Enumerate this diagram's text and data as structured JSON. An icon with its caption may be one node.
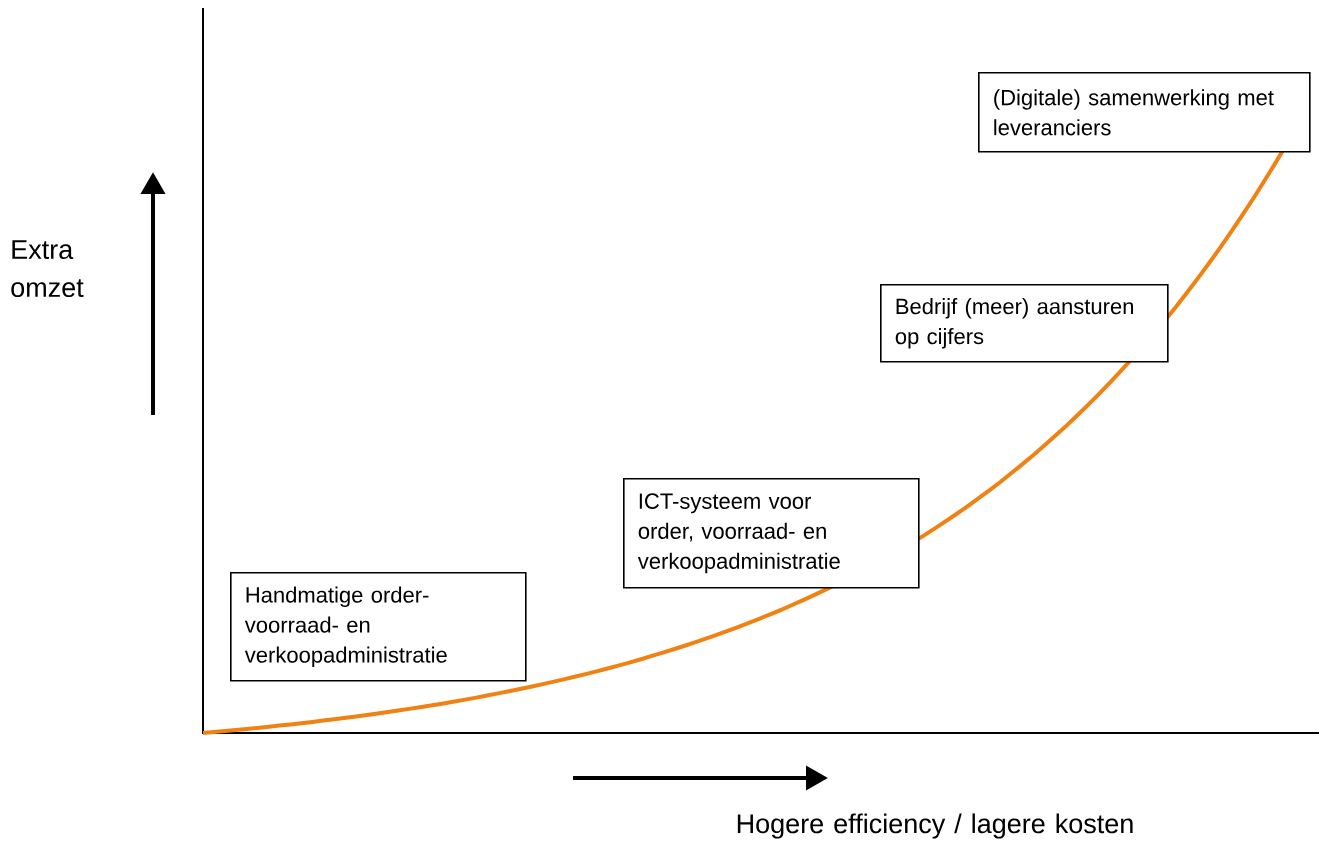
{
  "diagram": {
    "nodes": [
      {
        "text": [
          "Handmatige order- voorraad- en verkoopadministratie"
        ]
      },
      {
        "text": [
          "ICT-systeem voor order, voorraad- en verkoopadministratie"
        ]
      },
      {
        "text": [
          "Bedrijf (meer) aansturen op cijfers"
        ]
      },
      {
        "text": [
          "(Digitale) samenwerking met leveranciers"
        ]
      }
    ],
    "labels": [
      "Extra omzet",
      "Hogere efficiency / lagere kosten"
    ]
  }
}
